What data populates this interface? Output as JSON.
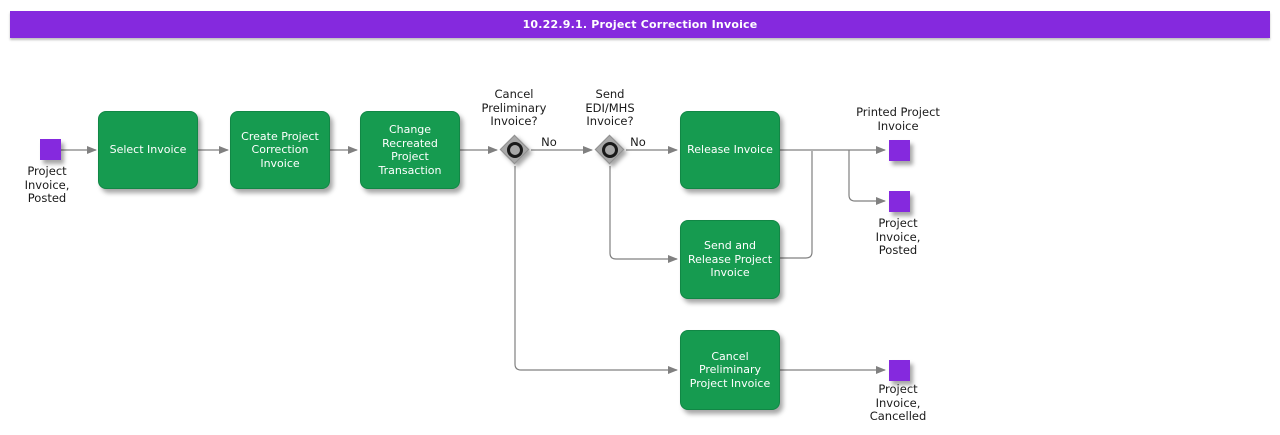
{
  "title": "10.22.9.1. Project Correction Invoice",
  "colors": {
    "header_bg": "#8529DE",
    "task_fill": "#169B50",
    "event_fill": "#8529DE",
    "decision_fill": "#A8A8A8",
    "connector": "#808080",
    "label_text": "#1a1a1a",
    "task_text": "#ffffff"
  },
  "events": {
    "start": {
      "label": "Project\nInvoice,\nPosted"
    },
    "printed": {
      "label": "Printed Project\nInvoice"
    },
    "posted": {
      "label": "Project\nInvoice,\nPosted"
    },
    "cancelled": {
      "label": "Project\nInvoice,\nCancelled"
    }
  },
  "tasks": {
    "select_invoice": {
      "label": "Select Invoice"
    },
    "create_correction": {
      "label": "Create Project\nCorrection\nInvoice"
    },
    "change_recreated": {
      "label": "Change\nRecreated\nProject\nTransaction"
    },
    "release_invoice": {
      "label": "Release Invoice"
    },
    "send_and_release": {
      "label": "Send and\nRelease Project\nInvoice"
    },
    "cancel_preliminary": {
      "label": "Cancel\nPreliminary\nProject Invoice"
    }
  },
  "decisions": {
    "cancel_preliminary_q": {
      "question": "Cancel\nPreliminary\nInvoice?",
      "edge_label": "No"
    },
    "send_edi_mhs_q": {
      "question": "Send\nEDI/MHS\nInvoice?",
      "edge_label": "No"
    }
  }
}
